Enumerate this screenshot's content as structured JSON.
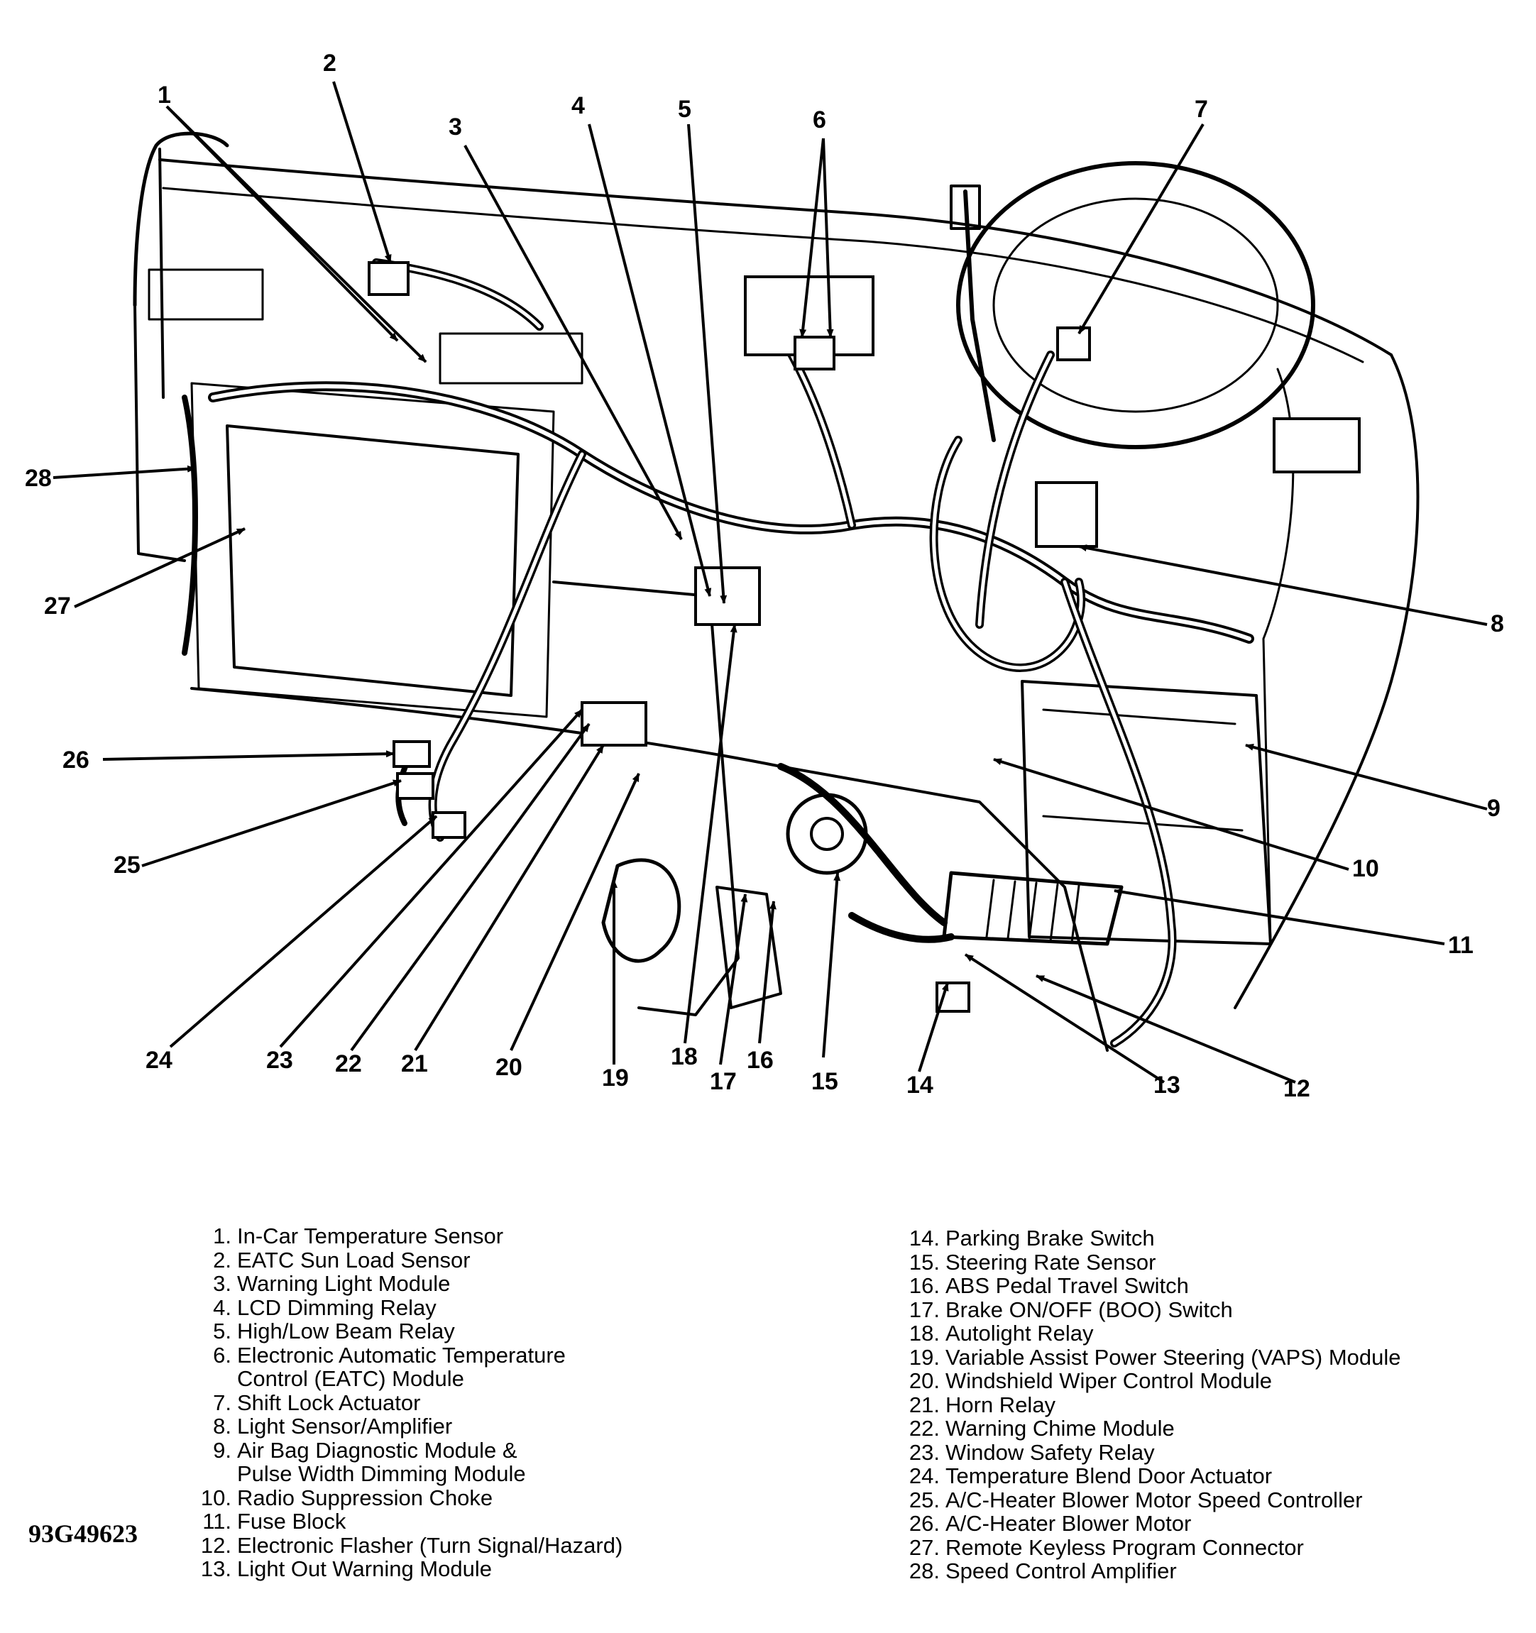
{
  "figure_id": "93G49623",
  "callouts": [
    {
      "num": "1",
      "label": "In-Car Temperature Sensor"
    },
    {
      "num": "2",
      "label": "EATC Sun Load Sensor"
    },
    {
      "num": "3",
      "label": "Warning Light Module"
    },
    {
      "num": "4",
      "label": "LCD Dimming Relay"
    },
    {
      "num": "5",
      "label": "High/Low Beam Relay"
    },
    {
      "num": "6",
      "label": "Electronic Automatic Temperature",
      "label_cont": "Control (EATC) Module"
    },
    {
      "num": "7",
      "label": "Shift Lock Actuator"
    },
    {
      "num": "8",
      "label": "Light Sensor/Amplifier"
    },
    {
      "num": "9",
      "label": "Air Bag Diagnostic Module &",
      "label_cont": "Pulse Width Dimming Module"
    },
    {
      "num": "10",
      "label": "Radio Suppression Choke"
    },
    {
      "num": "11",
      "label": "Fuse Block"
    },
    {
      "num": "12",
      "label": "Electronic Flasher (Turn Signal/Hazard)"
    },
    {
      "num": "13",
      "label": "Light Out Warning Module"
    },
    {
      "num": "14",
      "label": "Parking Brake Switch"
    },
    {
      "num": "15",
      "label": "Steering Rate Sensor"
    },
    {
      "num": "16",
      "label": "ABS Pedal Travel Switch"
    },
    {
      "num": "17",
      "label": "Brake ON/OFF (BOO) Switch"
    },
    {
      "num": "18",
      "label": "Autolight Relay"
    },
    {
      "num": "19",
      "label": "Variable Assist Power Steering (VAPS) Module"
    },
    {
      "num": "20",
      "label": "Windshield Wiper Control Module"
    },
    {
      "num": "21",
      "label": "Horn Relay"
    },
    {
      "num": "22",
      "label": "Warning Chime Module"
    },
    {
      "num": "23",
      "label": "Window Safety Relay"
    },
    {
      "num": "24",
      "label": "Temperature Blend Door Actuator"
    },
    {
      "num": "25",
      "label": "A/C-Heater Blower Motor Speed Controller"
    },
    {
      "num": "26",
      "label": "A/C-Heater Blower Motor"
    },
    {
      "num": "27",
      "label": "Remote Keyless Program Connector"
    },
    {
      "num": "28",
      "label": "Speed Control Amplifier"
    }
  ]
}
